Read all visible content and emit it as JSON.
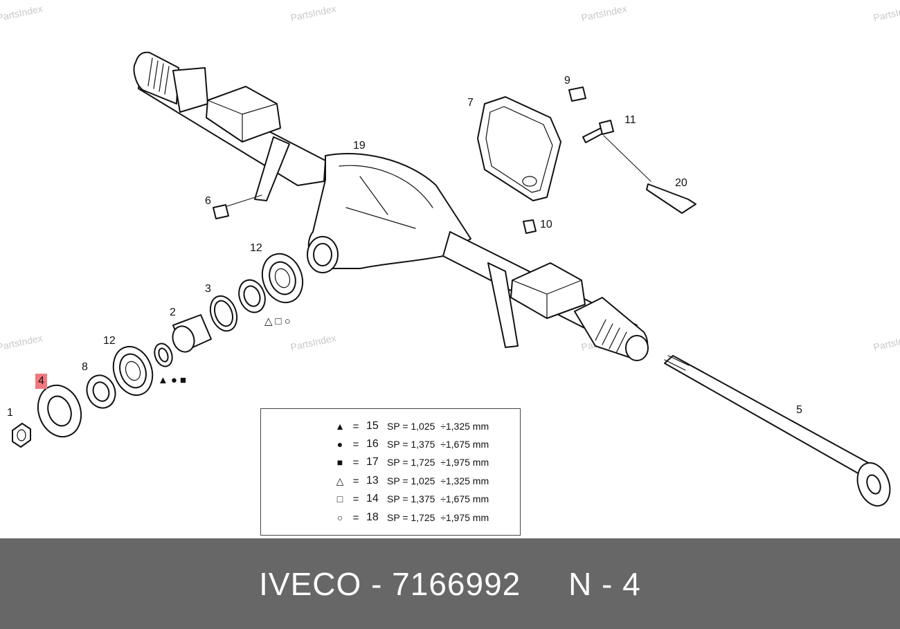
{
  "watermark": "PartsIndex",
  "callouts": {
    "c1": "1",
    "c2": "2",
    "c3": "3",
    "c4": "4",
    "c5": "5",
    "c6": "6",
    "c7": "7",
    "c8": "8",
    "c9": "9",
    "c10": "10",
    "c11": "11",
    "c12a": "12",
    "c12b": "12",
    "c19": "19",
    "c20": "20"
  },
  "shim_marks_upper": [
    "△",
    "□",
    "○"
  ],
  "shim_marks_lower": [
    "▲",
    "●",
    "■"
  ],
  "legend": {
    "rows": [
      {
        "symbol": "▲",
        "eq": "=",
        "num": "15",
        "spec": "SP = 1,025  ÷1,325 mm"
      },
      {
        "symbol": "●",
        "eq": "=",
        "num": "16",
        "spec": "SP = 1,375  ÷1,675 mm"
      },
      {
        "symbol": "■",
        "eq": "=",
        "num": "17",
        "spec": "SP = 1,725  ÷1,975 mm"
      },
      {
        "symbol": "△",
        "eq": "=",
        "num": "13",
        "spec": "SP = 1,025  ÷1,325 mm"
      },
      {
        "symbol": "□",
        "eq": "=",
        "num": "14",
        "spec": "SP = 1,375  ÷1,675 mm"
      },
      {
        "symbol": "○",
        "eq": "=",
        "num": "18",
        "spec": "SP = 1,725  ÷1,975 mm"
      }
    ]
  },
  "highlight_color": "#f2787d",
  "footer": {
    "title": "IVECO - 7166992     N - 4",
    "background": "#676767"
  }
}
